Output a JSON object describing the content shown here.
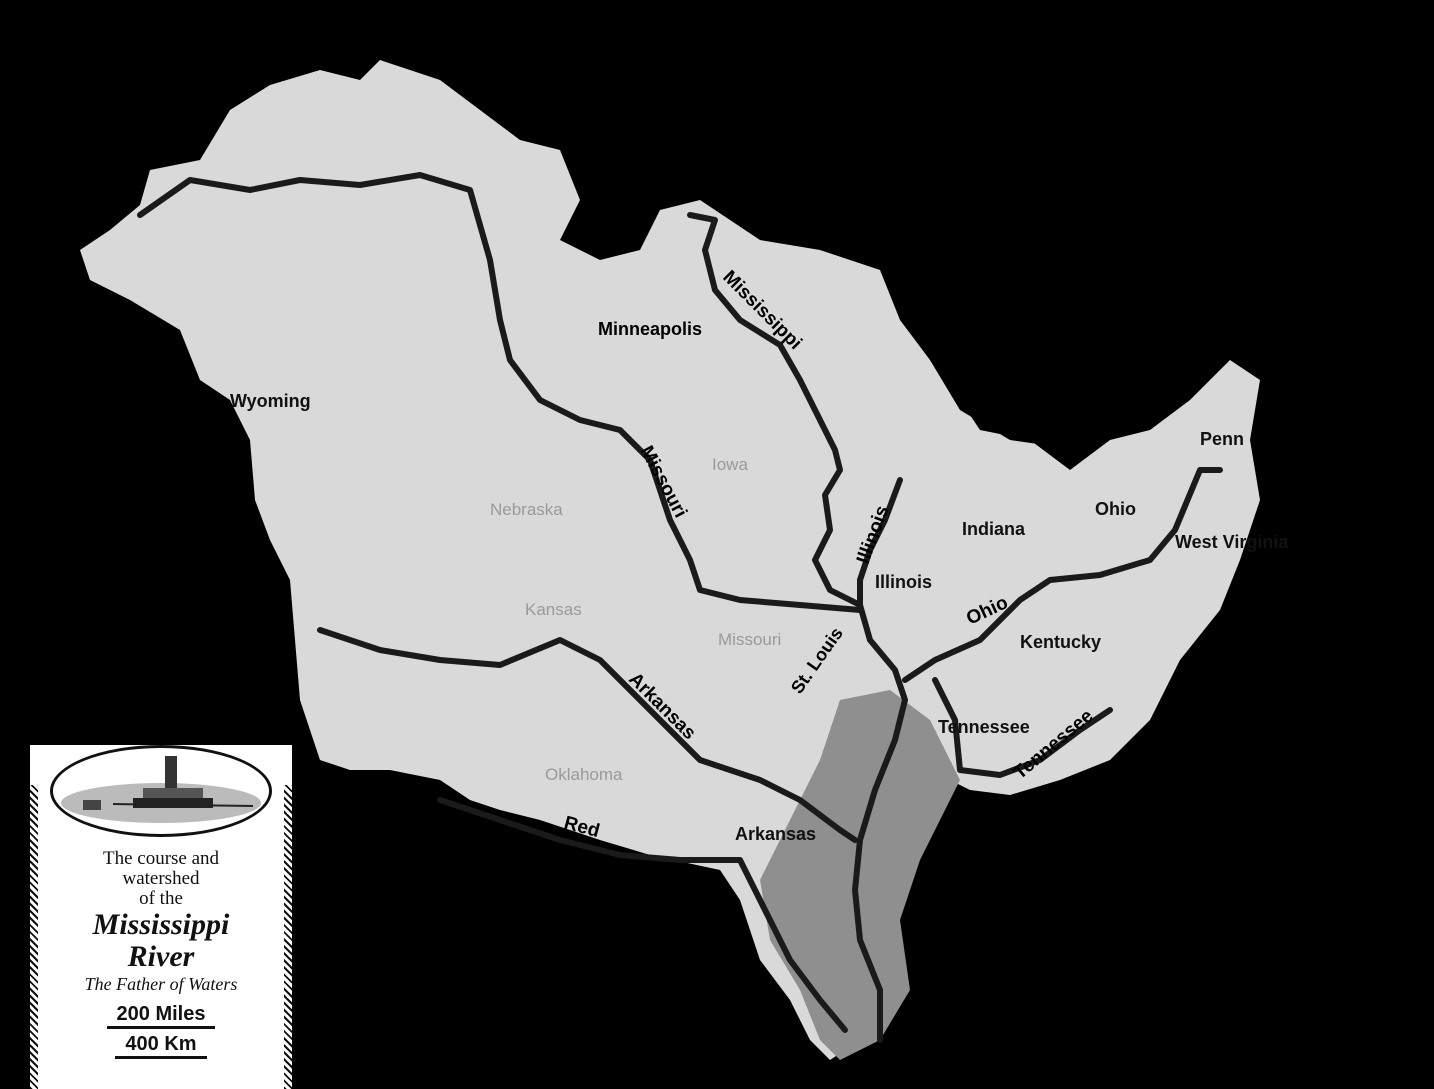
{
  "states": [
    {
      "name": "Wyoming",
      "bold": true
    },
    {
      "name": "Iowa"
    },
    {
      "name": "Nebraska"
    },
    {
      "name": "Kansas"
    },
    {
      "name": "Missouri"
    },
    {
      "name": "Oklahoma"
    },
    {
      "name": "Arkansas",
      "bold": true
    },
    {
      "name": "Illinois",
      "bold": true
    },
    {
      "name": "Indiana",
      "bold": true
    },
    {
      "name": "Ohio",
      "bold": true
    },
    {
      "name": "West Virginia",
      "bold": true
    },
    {
      "name": "Kentucky",
      "bold": true
    },
    {
      "name": "Tennessee",
      "bold": true
    },
    {
      "name": "Penn",
      "bold": true
    }
  ],
  "cities": [
    {
      "name": "Minneapolis"
    },
    {
      "name": "St. Louis"
    }
  ],
  "rivers": [
    {
      "name": "Mississippi"
    },
    {
      "name": "Missouri"
    },
    {
      "name": "Illinois"
    },
    {
      "name": "Ohio"
    },
    {
      "name": "Arkansas"
    },
    {
      "name": "Red"
    },
    {
      "name": "Tennessee"
    }
  ],
  "legend": {
    "line1": "The course and",
    "line2": "watershed",
    "line3": "of the",
    "name1": "Mississippi",
    "name2": "River",
    "subtitle": "The Father of Waters",
    "scale_miles": "200 Miles",
    "scale_km": "400 Km"
  },
  "colors": {
    "background": "#000000",
    "land": "#d8d8d8",
    "river": "#1a1a1a",
    "delta": "#8c8c8c"
  }
}
